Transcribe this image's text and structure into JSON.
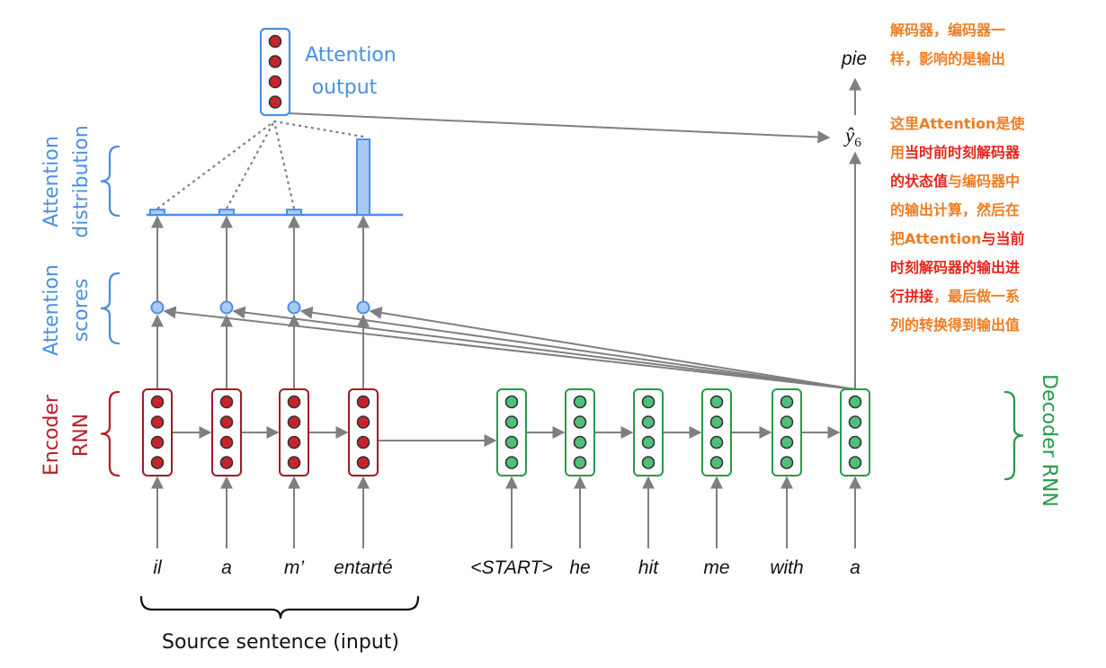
{
  "labels": {
    "attention_output": [
      "Attention",
      "output"
    ],
    "attention_distribution": [
      "Attention",
      "distribution"
    ],
    "attention_scores": [
      "Attention",
      "scores"
    ],
    "encoder_rnn": [
      "Encoder",
      "RNN"
    ],
    "decoder_rnn": "Decoder RNN",
    "source_sentence": "Source sentence (input)",
    "output_word": "pie",
    "y_hat": "ŷ",
    "y_hat_subscript": "6"
  },
  "encoder_words": [
    "il",
    "a",
    "m’",
    "entarté"
  ],
  "decoder_words": [
    "<START>",
    "he",
    "hit",
    "me",
    "with",
    "a"
  ],
  "attention_weights": [
    0.06,
    0.06,
    0.06,
    0.86
  ],
  "notes": {
    "note1": [
      "解码器，编码器一",
      "样，影响的是输出"
    ],
    "note2": [
      [
        [
          "这里Attention是使",
          "o"
        ]
      ],
      [
        [
          "用",
          "o"
        ],
        [
          "当时前时刻解码器",
          "r"
        ]
      ],
      [
        [
          "的状态值",
          "r"
        ],
        [
          "与编码器中",
          "o"
        ]
      ],
      [
        [
          "的输出计算，然后在",
          "o"
        ]
      ],
      [
        [
          "把Attention",
          "o"
        ],
        [
          "与当前",
          "r"
        ]
      ],
      [
        [
          "时刻解码器的输出进",
          "r"
        ]
      ],
      [
        [
          "行拼接",
          "r"
        ],
        [
          "，最后做一系",
          "o"
        ]
      ],
      [
        [
          "列的转换得到输出值",
          "o"
        ]
      ]
    ]
  },
  "colors": {
    "encoder": "#a01a2a",
    "encoder_fill": "#c8232c",
    "decoder": "#2a9a4a",
    "decoder_fill": "#4fc07a",
    "attention": "#4a90e2",
    "attention_fill": "#a9c9f5",
    "arrow": "#7f7f7f",
    "note_orange": "#ef7d22",
    "note_red": "#e8241c"
  }
}
